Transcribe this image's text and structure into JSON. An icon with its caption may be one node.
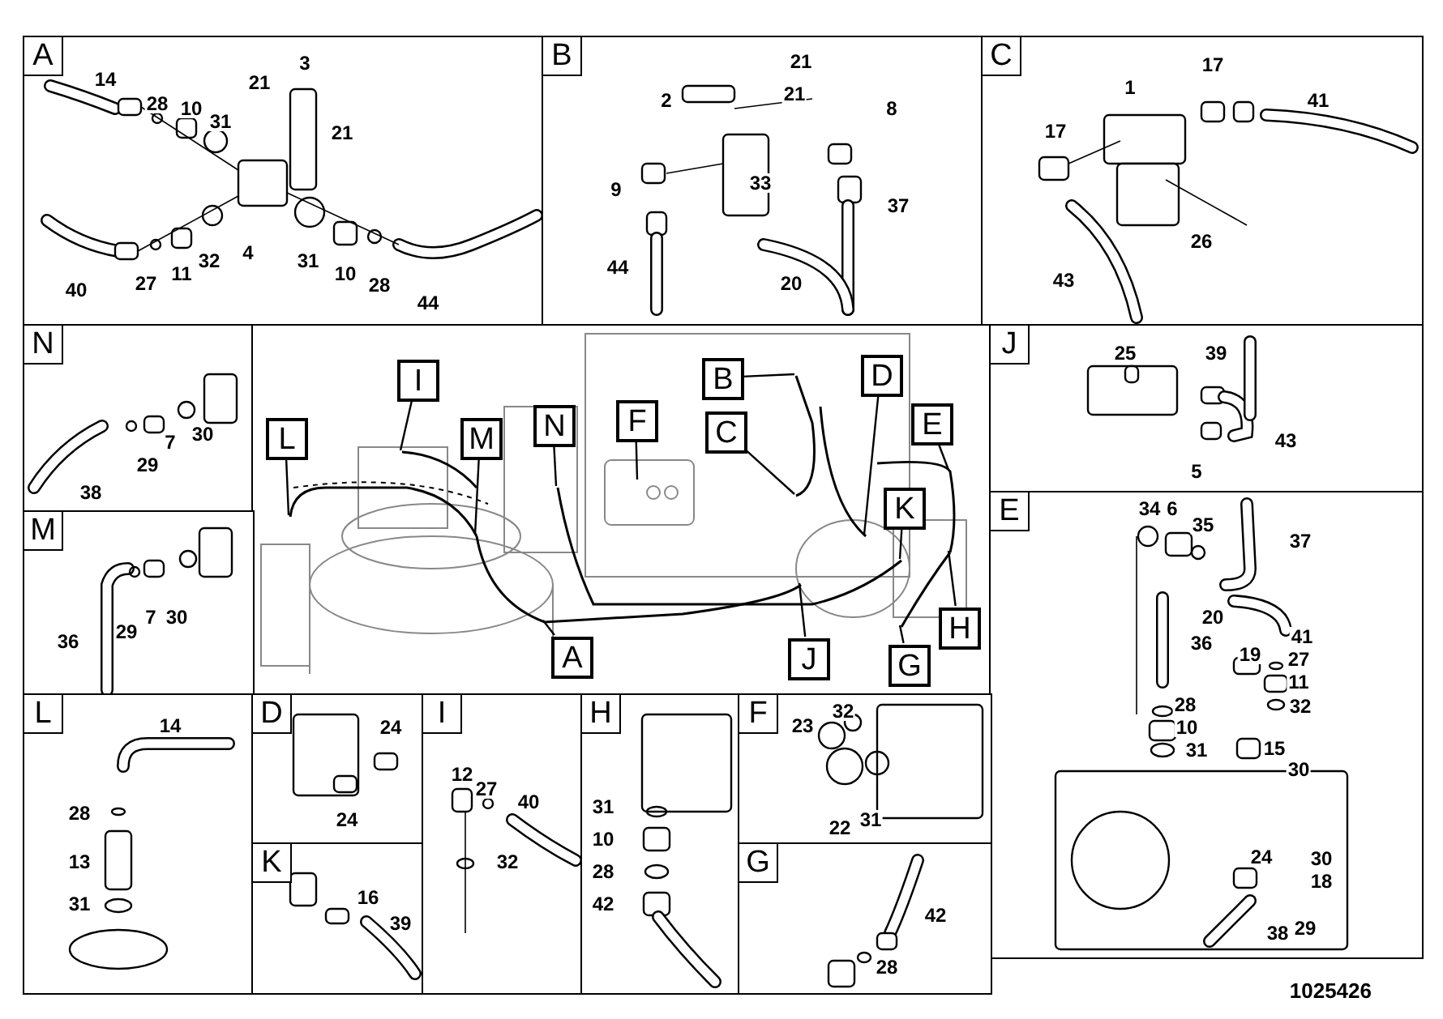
{
  "diagram": {
    "nodes": [
      {
        "text": [
          "A",
          "14",
          "28",
          "10",
          "31",
          "21",
          "3",
          "21",
          "40",
          "27",
          "11",
          "32",
          "4",
          "31",
          "10",
          "28",
          "44"
        ]
      },
      {
        "text": [
          "B",
          "2",
          "21",
          "21",
          "8",
          "9",
          "33",
          "37",
          "44",
          "20"
        ]
      },
      {
        "text": [
          "C",
          "1",
          "17",
          "41",
          "17",
          "26",
          "43"
        ]
      },
      {
        "text": [
          "N",
          "38",
          "29",
          "7",
          "30"
        ]
      },
      {
        "text": [],
        "shape": "picture"
      },
      {
        "text": [
          "L"
        ],
        "in": 4
      },
      {
        "text": [
          "I"
        ],
        "in": 4
      },
      {
        "text": [
          "M"
        ],
        "in": 4
      },
      {
        "text": [
          "N"
        ],
        "in": 4
      },
      {
        "text": [
          "F"
        ],
        "in": 4
      },
      {
        "text": [
          "B"
        ],
        "in": 4
      },
      {
        "text": [
          "C"
        ],
        "in": 4
      },
      {
        "text": [
          "D"
        ],
        "in": 4
      },
      {
        "text": [
          "E"
        ],
        "in": 4
      },
      {
        "text": [
          "K"
        ],
        "in": 4
      },
      {
        "text": [
          "H"
        ],
        "in": 4
      },
      {
        "text": [
          "G"
        ],
        "in": 4
      },
      {
        "text": [
          "J"
        ],
        "in": 4
      },
      {
        "text": [
          "A"
        ],
        "in": 4
      },
      {
        "text": [
          "J",
          "25",
          "39",
          "43",
          "5"
        ]
      },
      {
        "text": [
          "M",
          "36",
          "29",
          "7",
          "30"
        ]
      },
      {
        "text": [
          "E",
          "34",
          "6",
          "35",
          "37",
          "20",
          "36",
          "19",
          "41",
          "27",
          "11",
          "32",
          "28",
          "10",
          "31",
          "15",
          "30",
          "24",
          "30",
          "18",
          "38",
          "29"
        ]
      },
      {
        "text": [
          "L",
          "14",
          "28",
          "13",
          "31"
        ]
      },
      {
        "text": [
          "D",
          "24",
          "24"
        ]
      },
      {
        "text": [
          "K",
          "16",
          "39"
        ]
      },
      {
        "text": [
          "I",
          "12",
          "27",
          "40",
          "32"
        ]
      },
      {
        "text": [
          "H",
          "31",
          "10",
          "28",
          "42"
        ]
      },
      {
        "text": [
          "F",
          "23",
          "32",
          "22",
          "31"
        ]
      },
      {
        "text": [
          "G",
          "42",
          "28"
        ]
      }
    ],
    "edges": [
      {
        "from": 5,
        "to": null,
        "arrow": "none"
      },
      {
        "from": 6,
        "to": null,
        "arrow": "none"
      },
      {
        "from": 7,
        "to": null,
        "arrow": "none"
      },
      {
        "from": 8,
        "to": null,
        "arrow": "none"
      },
      {
        "from": 9,
        "to": null,
        "arrow": "none"
      },
      {
        "from": 10,
        "to": null,
        "arrow": "none"
      },
      {
        "from": 11,
        "to": null,
        "arrow": "none"
      },
      {
        "from": 12,
        "to": null,
        "arrow": "none"
      },
      {
        "from": 13,
        "to": null,
        "arrow": "none"
      },
      {
        "from": 14,
        "to": null,
        "arrow": "none"
      },
      {
        "from": 15,
        "to": null,
        "arrow": "none"
      },
      {
        "from": 16,
        "to": null,
        "arrow": "none"
      },
      {
        "from": 17,
        "to": null,
        "arrow": "none"
      },
      {
        "from": 18,
        "to": null,
        "arrow": "none"
      }
    ],
    "labels": [
      "1025426"
    ]
  }
}
